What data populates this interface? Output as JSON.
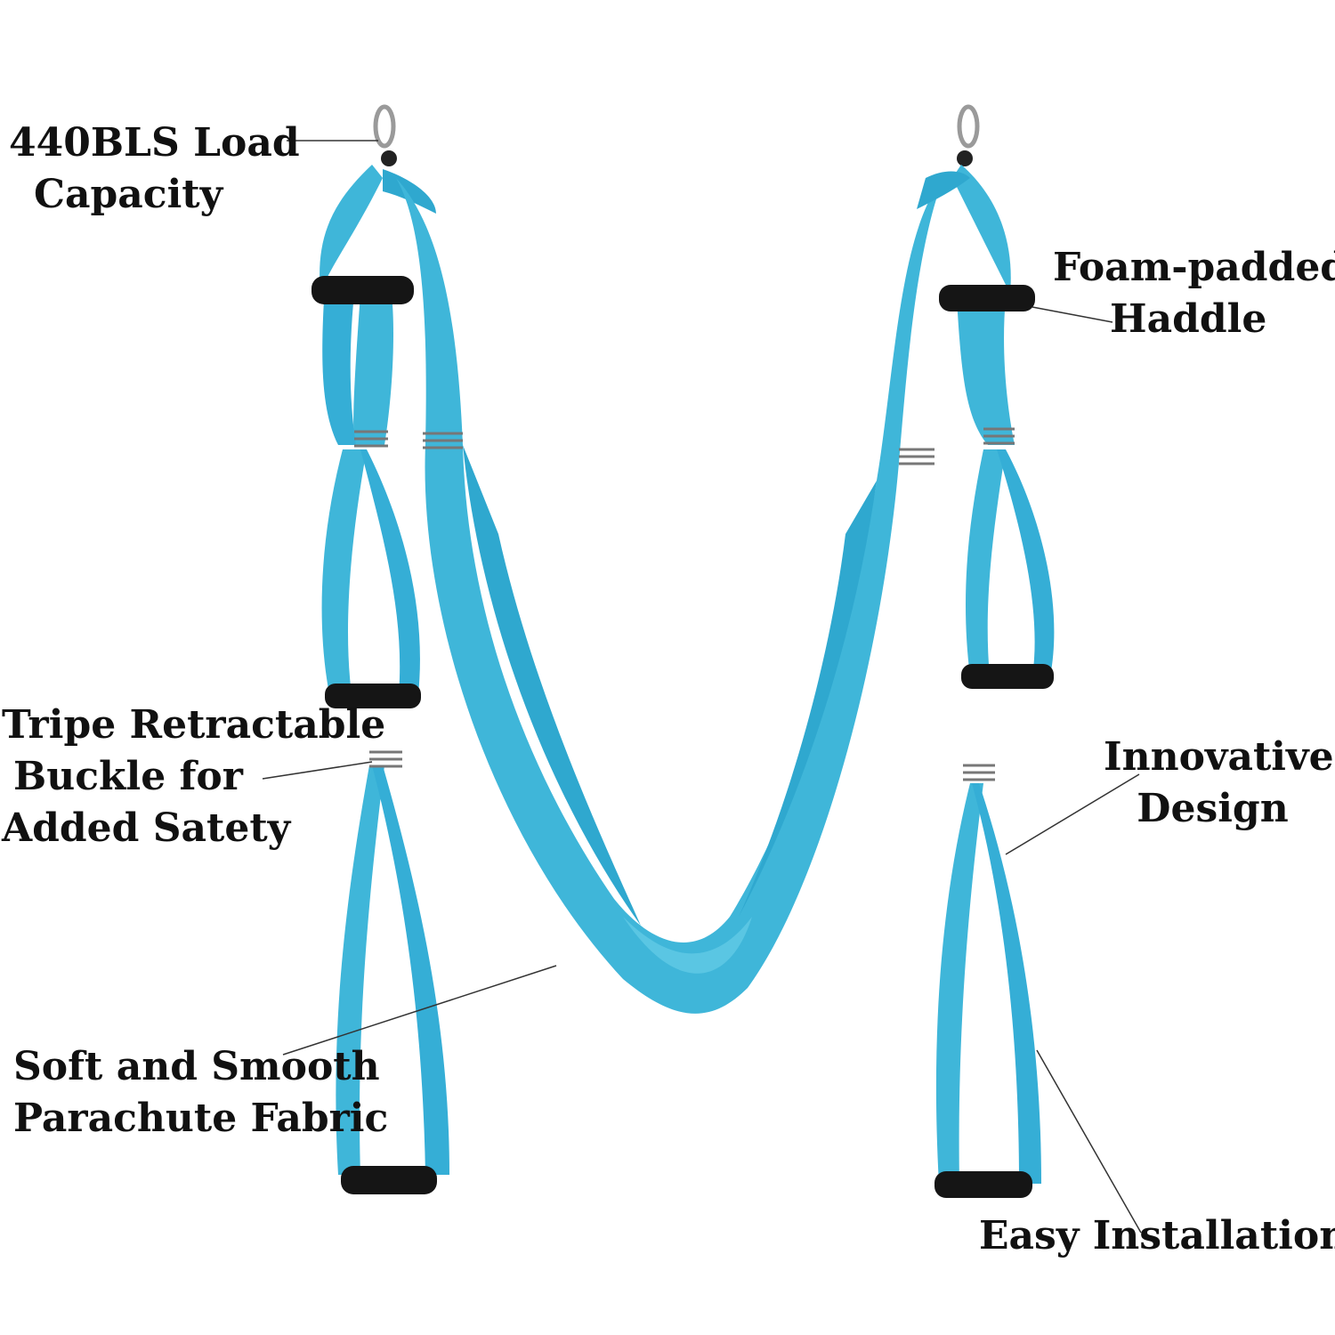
{
  "colors": {
    "fabric": "#3fb6d9",
    "fabric_dark": "#2497bf",
    "fabric_light": "#6cd0ea",
    "handle": "#151515",
    "metal": "#9a9a9a",
    "leader": "#333333",
    "text": "#111111"
  },
  "callouts": {
    "load_capacity": {
      "line1": "440BLS Load",
      "line2": "Capacity"
    },
    "foam_handle": {
      "line1": "Foam-padded",
      "line2": "Haddle"
    },
    "buckle": {
      "line1": "Tripe Retractable",
      "line2": "Buckle for",
      "line3": "Added Satety"
    },
    "design": {
      "line1": "Innovative",
      "line2": "Design"
    },
    "fabric": {
      "line1": "Soft and Smooth",
      "line2": "Parachute Fabric"
    },
    "installation": {
      "line1": "Easy Installation"
    }
  },
  "icons": {
    "carabiner": "carabiner-icon",
    "handle": "foam-handle-icon",
    "buckle": "buckle-ring-icon"
  }
}
